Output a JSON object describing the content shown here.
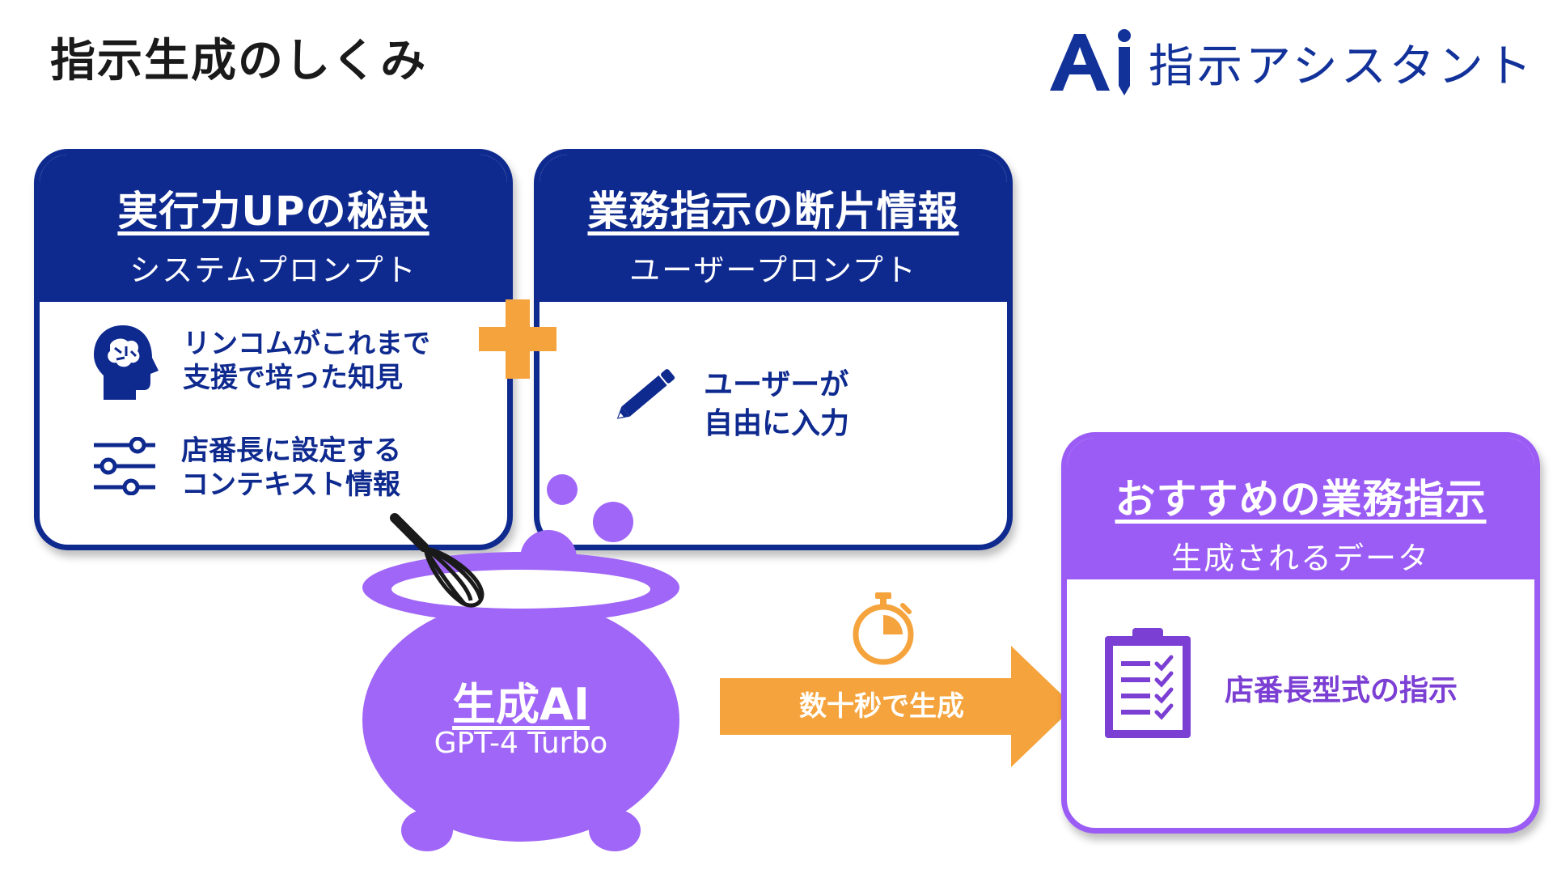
{
  "header": {
    "title": "指示生成のしくみ",
    "logo_text": "指示アシスタント",
    "logo_mark": "Ai"
  },
  "system_card": {
    "title": "実行力UPの秘訣",
    "subtitle": "システムプロンプト",
    "items": [
      {
        "icon": "brain-head-icon",
        "lines": [
          "リンコムがこれまで",
          "支援で培った知見"
        ]
      },
      {
        "icon": "sliders-icon",
        "lines": [
          "店番長に設定する",
          "コンテキスト情報"
        ]
      }
    ]
  },
  "user_card": {
    "title": "業務指示の断片情報",
    "subtitle": "ユーザープロンプト",
    "item": {
      "icon": "pencil-icon",
      "lines": [
        "ユーザーが",
        "自由に入力"
      ]
    }
  },
  "generator": {
    "title": "生成AI",
    "model": "GPT-4 Turbo"
  },
  "process": {
    "label": "数十秒で生成",
    "icon": "stopwatch-icon"
  },
  "output_card": {
    "title": "おすすめの業務指示",
    "subtitle": "生成されるデータ",
    "item": {
      "icon": "clipboard-checklist-icon",
      "text": "店番長型式の指示"
    }
  },
  "colors": {
    "navy": "#0f2a8f",
    "purple": "#9b5cf5",
    "orange": "#f5a33c"
  }
}
